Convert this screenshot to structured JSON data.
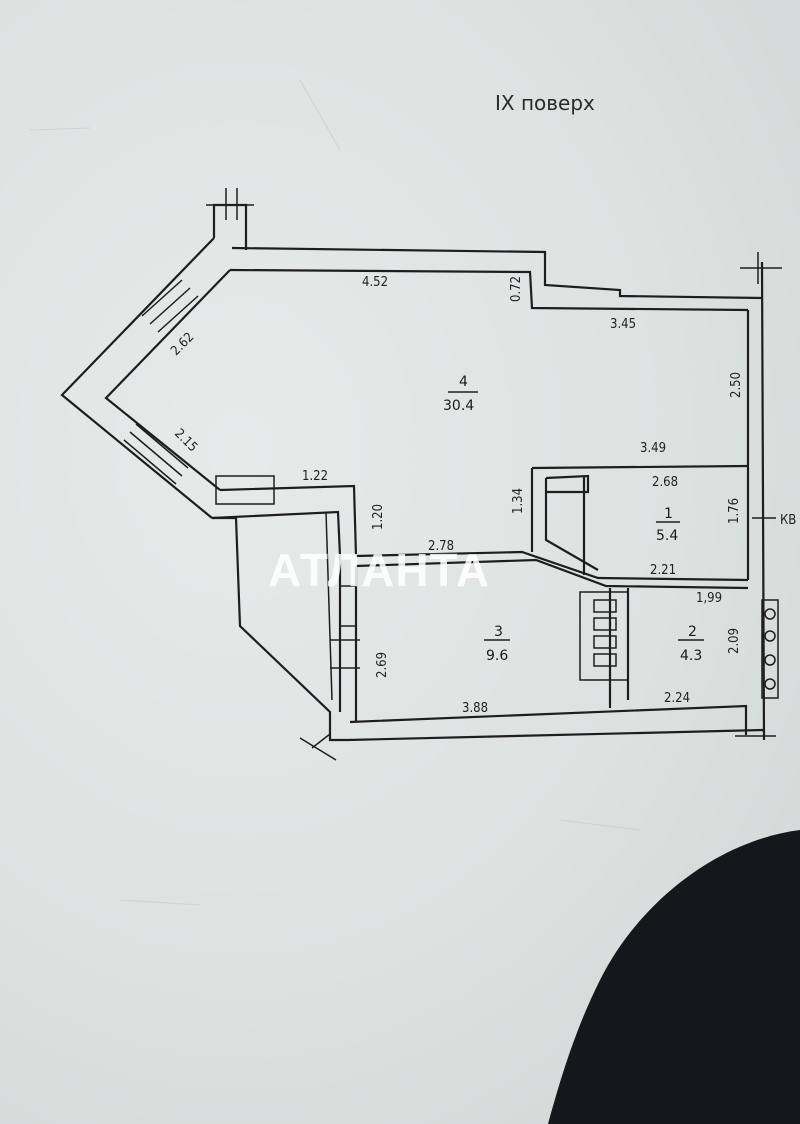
{
  "title": "IX поверх",
  "watermark": "АТЛАНТА",
  "side_label": "КВ",
  "rooms": [
    {
      "number": "4",
      "area": "30.4"
    },
    {
      "number": "1",
      "area": "5.4"
    },
    {
      "number": "3",
      "area": "9.6"
    },
    {
      "number": "2",
      "area": "4.3"
    }
  ],
  "dimensions": {
    "d452": "4.52",
    "d072": "0.72",
    "d345": "3.45",
    "d250": "2.50",
    "d262": "2.62",
    "d215": "2.15",
    "d349": "3.49",
    "d268": "2.68",
    "d176": "1.76",
    "d122": "1.22",
    "d120": "1.20",
    "d134": "1.34",
    "d278": "2.78",
    "d221": "2.21",
    "d199": "1,99",
    "d269": "2.69",
    "d209": "2.09",
    "d388": "3.88",
    "d224": "2.24"
  }
}
